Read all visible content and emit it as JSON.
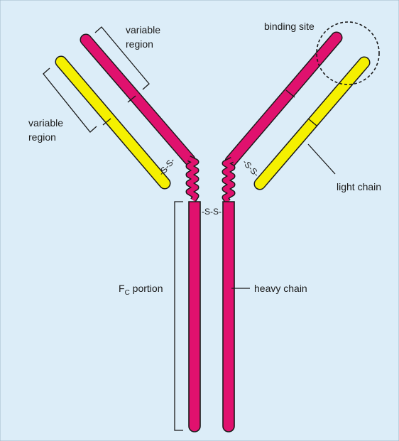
{
  "colors": {
    "background": "#dcedf8",
    "heavy_chain": "#e0116e",
    "light_chain": "#f5f000",
    "outline": "#1a1a1a"
  },
  "labels": {
    "variable_region_upper_line1": "variable",
    "variable_region_upper_line2": "region",
    "variable_region_left_line1": "variable",
    "variable_region_left_line2": "region",
    "binding_site": "binding site",
    "light_chain": "light chain",
    "heavy_chain": "heavy chain",
    "fc_main": "F",
    "fc_sub": "C",
    "fc_rest": " portion"
  },
  "disulfide": {
    "left_arm": "-S-S-",
    "right_arm": "-S-S-",
    "hinge": "-S-S-"
  }
}
